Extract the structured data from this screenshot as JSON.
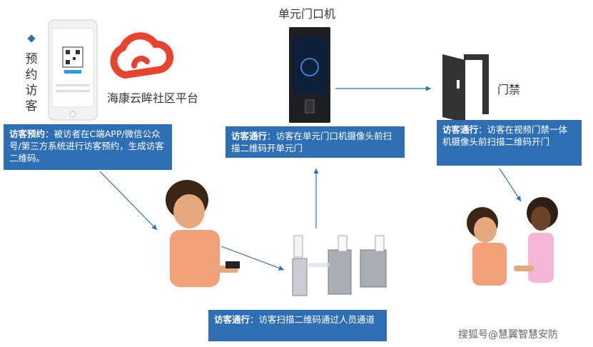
{
  "visitor_label": [
    "预",
    "约",
    "访",
    "客"
  ],
  "platform_name": "海康云眸社区平台",
  "door_station_title": "单元门口机",
  "access_title": "门禁",
  "boxes": {
    "reserve": {
      "head": "访客预约",
      "body": "：被访者在C端APP/微信公众号/第三方系统进行访客预约，生成访客二维码。"
    },
    "door_station": {
      "head": "访客通行",
      "body": "：访客在单元门口机摄像头前扫描二维码开单元门"
    },
    "access": {
      "head": "访客通行",
      "body": "：访客在视频门禁一体机摄像头前扫描二维码开门"
    },
    "gate": {
      "head": "访客通行",
      "body": "：访客扫描二维码通过人员通道"
    }
  },
  "watermark": "搜狐号@慧翼智慧安防",
  "colors": {
    "box": "#2e6fb4",
    "brand": "#e8432e",
    "arrow": "#2e6fb4"
  }
}
